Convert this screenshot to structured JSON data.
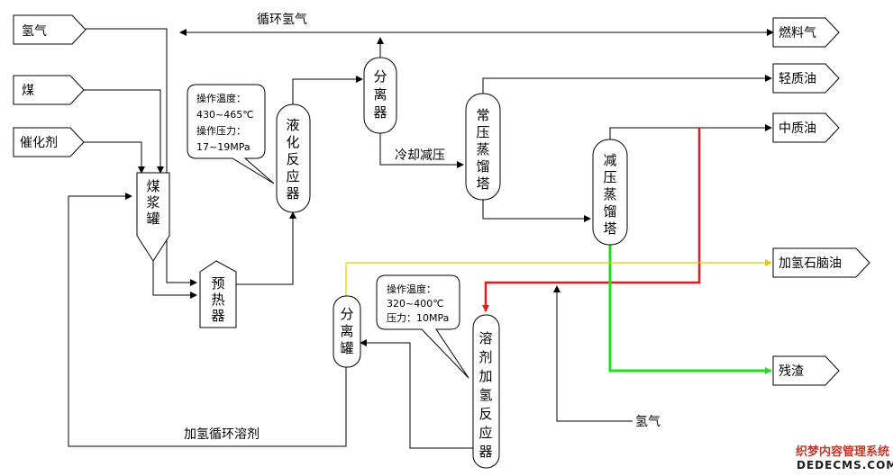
{
  "inputs": {
    "hydrogen": "氢气",
    "coal": "煤",
    "catalyst": "催化剂"
  },
  "outputs": {
    "fuel_gas": "燃料气",
    "light_oil": "轻质油",
    "medium_oil": "中质油",
    "hydro_naphtha": "加氢石脑油",
    "residue": "残渣"
  },
  "units": {
    "slurry_tank": [
      "煤",
      "浆",
      "罐"
    ],
    "preheater": [
      "预",
      "热",
      "器"
    ],
    "liquefaction_reactor": [
      "液",
      "化",
      "反",
      "应",
      "器"
    ],
    "separator_top": [
      "分",
      "离",
      "器"
    ],
    "atmospheric_column": [
      "常",
      "压",
      "蒸",
      "馏",
      "塔"
    ],
    "vacuum_column": [
      "减",
      "压",
      "蒸",
      "馏",
      "塔"
    ],
    "separation_tank": [
      "分",
      "离",
      "罐"
    ],
    "solvent_reactor": [
      "溶",
      "剂",
      "加",
      "氢",
      "反",
      "应",
      "器"
    ]
  },
  "flow_labels": {
    "recycle_hydrogen": "循环氢气",
    "cool_depressurize": "冷却减压",
    "recycle_solvent": "加氢循环溶剂",
    "hydrogen_feed": "氢气"
  },
  "callouts": {
    "liquefaction": {
      "line1": "操作温度：",
      "line2": "430~465℃",
      "line3": "操作压力：",
      "line4": "17~19MPa"
    },
    "hydrotreating": {
      "line1": "操作温度：",
      "line2": "320~400℃",
      "line3": "压力：10MPa"
    }
  },
  "watermark": {
    "line1": "织梦内容管理系统",
    "line2": "DEDECMS.COM"
  },
  "colors": {
    "red_line": "#e41b1b",
    "green_line": "#22dd22",
    "yellow_line": "#f0c400"
  }
}
